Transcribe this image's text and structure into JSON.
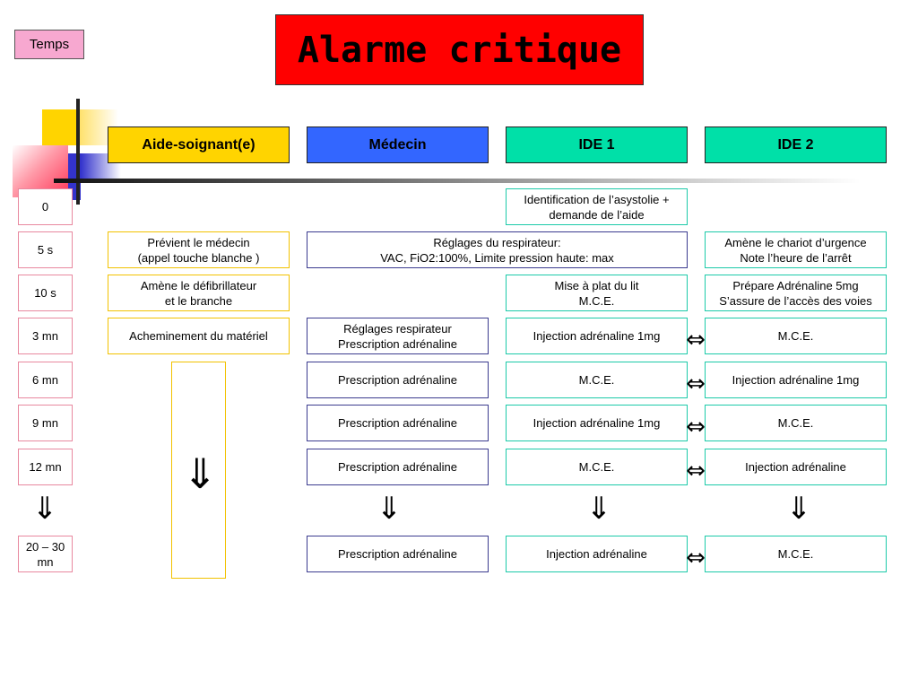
{
  "title": "Alarme critique",
  "temps_label": "Temps",
  "colors": {
    "title_bg": "#ff0000",
    "temps_bg": "#f7a8d0",
    "aide_soignant": "#ffd400",
    "medecin": "#3366ff",
    "ide": "#00e0a8"
  },
  "headers": {
    "aide_soignant": "Aide-soignant(e)",
    "medecin": "Médecin",
    "ide1": "IDE 1",
    "ide2": "IDE 2"
  },
  "times": {
    "t0": "0",
    "t5s": "5 s",
    "t10s": "10 s",
    "t3mn": "3 mn",
    "t6mn": "6 mn",
    "t9mn": "9 mn",
    "t12mn": "12 mn",
    "t20": "20 – 30\nmn"
  },
  "cells": {
    "ide1_0": "Identification de l’asystolie +\ndemande de l’aide",
    "as_5s": "Prévient le médecin\n(appel touche blanche )",
    "med_ide1_5s": "Réglages du respirateur:\nVAC, FiO2:100%, Limite pression haute: max",
    "ide2_5s": "Amène le chariot d’urgence\nNote l’heure de l’arrêt",
    "as_10s": "Amène le défibrillateur\net le branche",
    "ide1_10s": "Mise à plat du lit\nM.C.E.",
    "ide2_10s": "Prépare Adrénaline 5mg\nS’assure de l’accès des voies",
    "as_3mn": "Acheminement du matériel",
    "med_3mn": "Réglages respirateur\nPrescription adrénaline",
    "ide1_3mn": "Injection adrénaline 1mg",
    "ide2_3mn": "M.C.E.",
    "med_6mn": "Prescription adrénaline",
    "ide1_6mn": "M.C.E.",
    "ide2_6mn": "Injection adrénaline 1mg",
    "med_9mn": "Prescription adrénaline",
    "ide1_9mn": "Injection adrénaline 1mg",
    "ide2_9mn": "M.C.E.",
    "med_12mn": "Prescription adrénaline",
    "ide1_12mn": "M.C.E.",
    "ide2_12mn": "Injection adrénaline",
    "med_20": "Prescription adrénaline",
    "ide1_20": "Injection adrénaline",
    "ide2_20": "M.C.E."
  },
  "symbols": {
    "down": "⇓",
    "swap": "⇔"
  }
}
